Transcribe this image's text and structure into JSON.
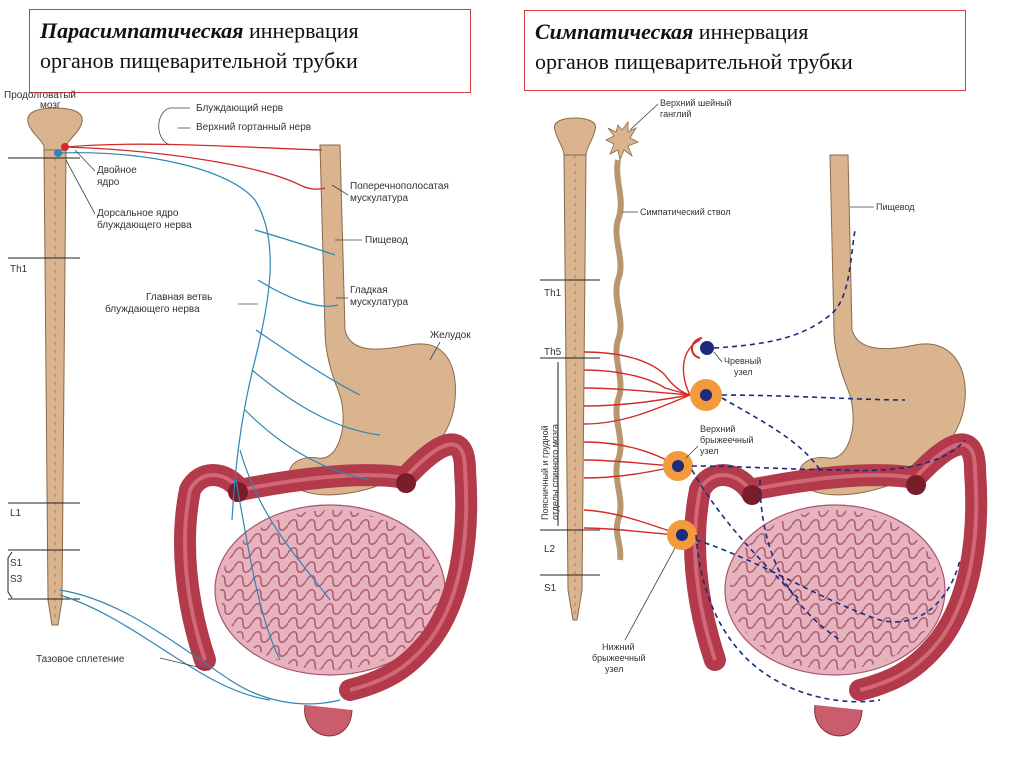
{
  "left_title": {
    "emph": "Парасимпатическая",
    "rest_line1": " иннервация",
    "line2": "органов пищеварительной трубки"
  },
  "right_title": {
    "emph": "Симпатическая",
    "rest_line1": " иннервация",
    "line2": "органов пищеварительной трубки"
  },
  "left_labels": {
    "medulla_1": "Продолговатый",
    "medulla_2": "мозг",
    "vagus": "Блуждающий нерв",
    "laryngeal": "Верхний гортанный нерв",
    "ambiguus_1": "Двойное",
    "ambiguus_2": "ядро",
    "dorsal_1": "Дорсальное ядро",
    "dorsal_2": "блуждающего нерва",
    "striated_1": "Поперечнополосатая",
    "striated_2": "мускулатура",
    "esophagus": "Пищевод",
    "smooth_1": "Гладкая",
    "smooth_2": "мускулатура",
    "main_branch_1": "Главная ветвь",
    "main_branch_2": "блуждающего нерва",
    "stomach": "Желудок",
    "pelvic": "Тазовое сплетение",
    "th1": "Th1",
    "l1": "L1",
    "s1": "S1",
    "s3": "S3"
  },
  "right_labels": {
    "cervical_1": "Верхний шейный",
    "cervical_2": "ганглий",
    "trunk": "Симпатический ствол",
    "esophagus": "Пищевод",
    "th1": "Th1",
    "th5": "Th5",
    "l2": "L2",
    "s1": "S1",
    "celiac_1": "Чревный",
    "celiac_2": "узел",
    "sup_mes_1": "Верхний",
    "sup_mes_2": "брыжеечный",
    "sup_mes_3": "узел",
    "inf_mes_1": "Нижний",
    "inf_mes_2": "брыжеечный",
    "inf_mes_3": "узел",
    "vertical_1": "Поясничный и грудной",
    "vertical_2": "отделы спинного мозга"
  },
  "colors": {
    "nerve_blue": "#2e86b4",
    "nerve_red": "#d42a2a",
    "dashed_navy": "#1e2a7a",
    "organ_tan": "#d9b48f",
    "intestine_pink": "#d98c9b",
    "colon_crimson": "#b23a4a",
    "ganglion_orange": "#f29a3c",
    "title_border": "#d23c3c"
  }
}
